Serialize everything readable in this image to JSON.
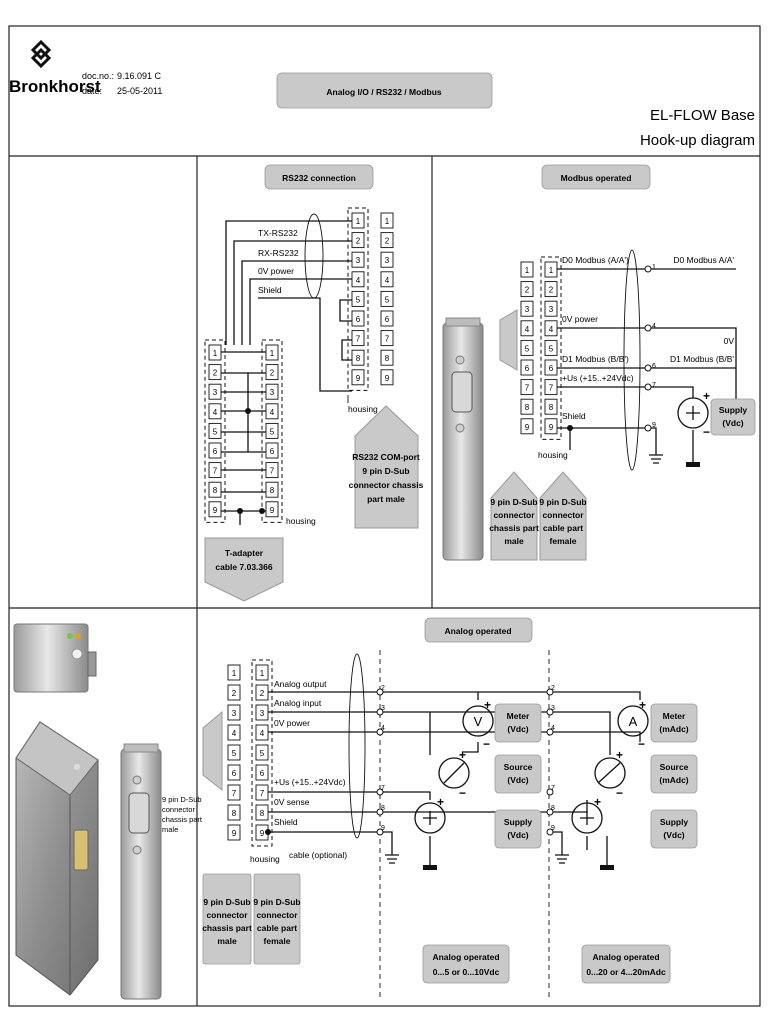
{
  "header": {
    "brand": "Bronkhorst",
    "doc_no_label": "doc.no.:",
    "doc_no": "9.16.091 C",
    "date_label": "date:",
    "date": "25-05-2011",
    "banner": "Analog I/O / RS232 / Modbus",
    "product": "EL-FLOW Base",
    "subtitle": "Hook-up diagram"
  },
  "rs232": {
    "title": "RS232 connection",
    "wires": [
      "TX-RS232",
      "RX-RS232",
      "0V power",
      "Shield"
    ],
    "housing": "housing",
    "comport": [
      "RS232 COM-port",
      "9 pin D-Sub",
      "connector chassis",
      "part male"
    ],
    "tadapter": [
      "T-adapter",
      "cable 7.03.366"
    ]
  },
  "modbus": {
    "title": "Modbus operated",
    "signals": [
      "D0 Modbus (A/A')",
      "0V power",
      "D1 Modbus (B/B')",
      "+Us (+15..+24Vdc)",
      "Shield"
    ],
    "right_labels": [
      "D0 Modbus A/A'",
      "0V",
      "D1 Modbus (B/B'"
    ],
    "terminals": [
      "1",
      "4",
      "6",
      "7",
      "9"
    ],
    "housing": "housing",
    "supply": [
      "Supply",
      "(Vdc)"
    ],
    "male_tag": [
      "9 pin D-Sub",
      "connector",
      "chassis part",
      "male"
    ],
    "female_tag": [
      "9 pin D-Sub",
      "connector",
      "cable part",
      "female"
    ]
  },
  "analog": {
    "title": "Analog operated",
    "signals": [
      "Analog output",
      "Analog input",
      "0V power",
      "+Us (+15..+24Vdc)",
      "0V sense",
      "Shield"
    ],
    "terminals": [
      "2",
      "3",
      "4",
      "7",
      "8",
      "9"
    ],
    "housing": "housing",
    "cable": "cable (optional)",
    "volt_meter": [
      "Meter",
      "(Vdc)"
    ],
    "volt_source": [
      "Source",
      "(Vdc)"
    ],
    "volt_supply": [
      "Supply",
      "(Vdc)"
    ],
    "amp_meter": [
      "Meter",
      "(mAdc)"
    ],
    "amp_source": [
      "Source",
      "(mAdc)"
    ],
    "amp_supply": [
      "Supply",
      "(Vdc)"
    ],
    "volt_range": [
      "Analog operated",
      "0...5 or 0...10Vdc"
    ],
    "amp_range": [
      "Analog operated",
      "0...20 or 4...20mAdc"
    ],
    "male_tag": [
      "9 pin D-Sub",
      "connector",
      "chassis part",
      "male"
    ],
    "female_tag": [
      "9 pin D-Sub",
      "connector",
      "cable part",
      "female"
    ],
    "device_label": [
      "9 pin D-Sub",
      "connector",
      "chassis part",
      "male"
    ],
    "volt_symbol": "V",
    "amp_symbol": "A"
  },
  "pins": [
    "1",
    "2",
    "3",
    "4",
    "5",
    "6",
    "7",
    "8",
    "9"
  ],
  "tadapter_pins": [
    "1",
    "2",
    "3",
    "4",
    "5",
    "6",
    "7",
    "8",
    "9"
  ],
  "colors": {
    "tag": "#c9c9c9",
    "line": "#111111",
    "border": "#222222"
  }
}
